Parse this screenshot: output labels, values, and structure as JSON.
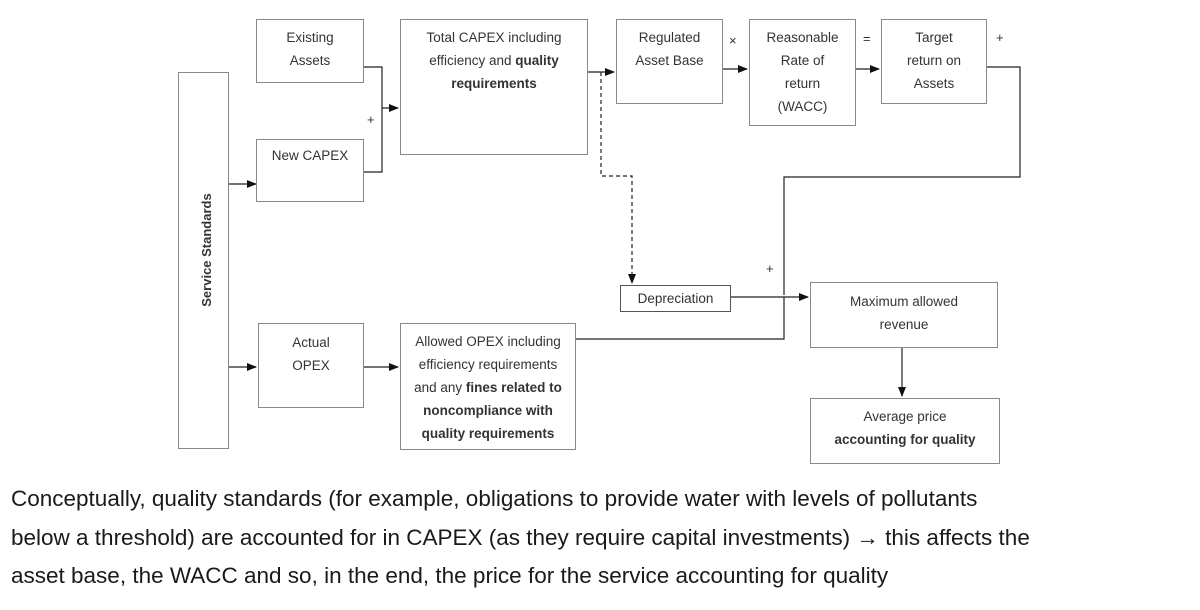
{
  "diagram": {
    "service_standards": "Service Standards",
    "existing_assets": [
      "Existing",
      "Assets"
    ],
    "new_capex": "New CAPEX",
    "total_capex": {
      "line1": "Total CAPEX including",
      "line2_pre": "efficiency and ",
      "line2_bold": "quality",
      "line3_bold": "requirements"
    },
    "regulated_asset_base": [
      "Regulated",
      "Asset Base"
    ],
    "wacc": [
      "Reasonable",
      "Rate of",
      "return",
      "(WACC)"
    ],
    "target_return": [
      "Target",
      "return on",
      "Assets"
    ],
    "depreciation": "Depreciation",
    "max_revenue": [
      "Maximum allowed",
      "revenue"
    ],
    "actual_opex": [
      "Actual",
      "OPEX"
    ],
    "allowed_opex": {
      "line1": "Allowed OPEX including",
      "line2": "efficiency requirements",
      "line3_pre": "and any ",
      "line3_bold": "fines related to",
      "line4_bold": "noncompliance with",
      "line5_bold": "quality requirements"
    },
    "avg_price": {
      "line1": "Average price",
      "line2_bold": "accounting for quality"
    },
    "op_plus": "+",
    "op_times": "×",
    "op_equals": "="
  },
  "caption": {
    "line1": "Conceptually, quality standards (for example, obligations to provide water with levels of pollutants",
    "line2": "below a threshold) are accounted for in CAPEX (as they require capital investments) → this affects the",
    "line3": "asset base, the WACC and so, in the end, the price for the service accounting for quality"
  }
}
